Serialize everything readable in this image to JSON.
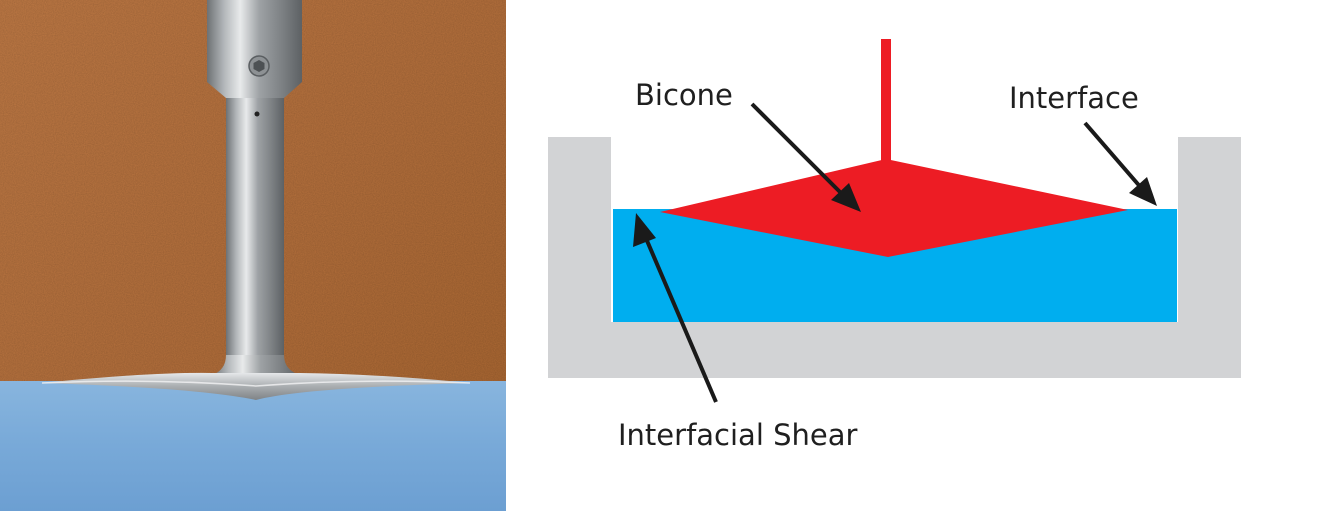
{
  "labels": {
    "bicone": "Bicone",
    "interface": "Interface",
    "interfacial_shear": "Interfacial Shear"
  },
  "colors": {
    "background": "#ffffff",
    "photo_top": "#b9713e",
    "photo_bottom_liquid": "#7aa9d7",
    "steel": "#a7abae",
    "vessel": "#d2d3d5",
    "liquid": "#00aeef",
    "bicone": "#ed1c24",
    "arrow": "#1a1a1a"
  },
  "icons": {
    "photo": "bicone-probe-photo",
    "arrow": "arrow-icon"
  }
}
